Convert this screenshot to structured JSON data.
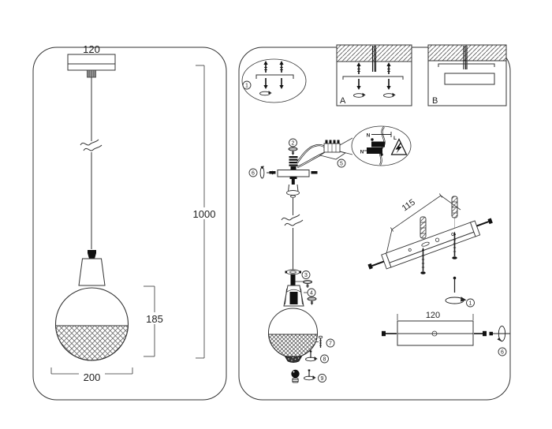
{
  "left_panel": {
    "dim_canopy_width": "120",
    "dim_overall_height": "1000",
    "dim_shade_height": "185",
    "dim_shade_diameter": "200"
  },
  "right_panel": {
    "detail_a_label": "A",
    "detail_b_label": "B",
    "dim_bracket_holes": "115",
    "dim_canopy_width": "120",
    "wiring_labels": {
      "neutral_top": "N",
      "live": "L",
      "neutral_bottom": "N"
    },
    "step_numbers": {
      "s1": "1",
      "s2": "2",
      "s3": "3",
      "s4": "4",
      "s5": "5",
      "s6": "6",
      "s7": "7",
      "s8": "8",
      "s9": "9"
    }
  }
}
